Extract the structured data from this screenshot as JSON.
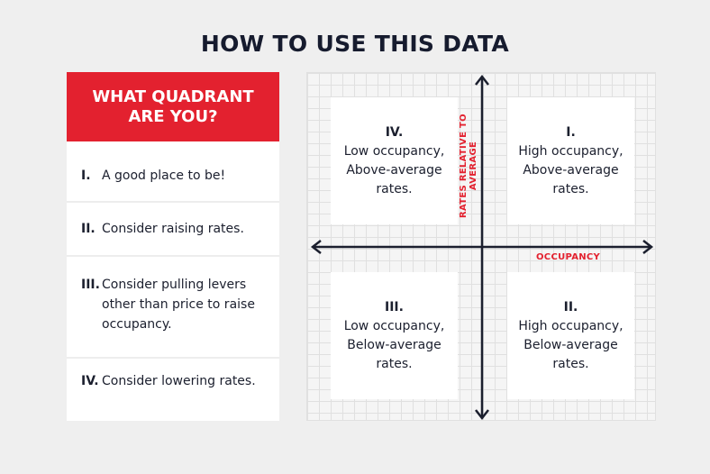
{
  "title": "HOW TO USE THIS DATA",
  "panel": {
    "header_line1": "WHAT QUADRANT",
    "header_line2": "ARE YOU?",
    "items": [
      {
        "num": "I.",
        "text": "A good place to be!"
      },
      {
        "num": "II.",
        "text": "Consider raising rates."
      },
      {
        "num": "III.",
        "text": "Consider pulling levers other than price to raise occupancy."
      },
      {
        "num": "IV.",
        "text": "Consider lowering rates."
      }
    ]
  },
  "quadrants": {
    "iv": {
      "num": "IV.",
      "line1": "Low occupancy,",
      "line2": "Above-average",
      "line3": "rates."
    },
    "i": {
      "num": "I.",
      "line1": "High occupancy,",
      "line2": "Above-average",
      "line3": "rates."
    },
    "iii": {
      "num": "III.",
      "line1": "Low occupancy,",
      "line2": "Below-average",
      "line3": "rates."
    },
    "ii": {
      "num": "II.",
      "line1": "High occupancy,",
      "line2": "Below-average",
      "line3": "rates."
    }
  },
  "axes": {
    "x_label": "OCCUPANCY",
    "y_label": "RATES RELATIVE TO AVERAGE",
    "color": "#1b1f2e",
    "label_color": "#e3212f"
  },
  "colors": {
    "accent": "#e3212f",
    "text": "#161b2e",
    "background": "#efefef"
  }
}
